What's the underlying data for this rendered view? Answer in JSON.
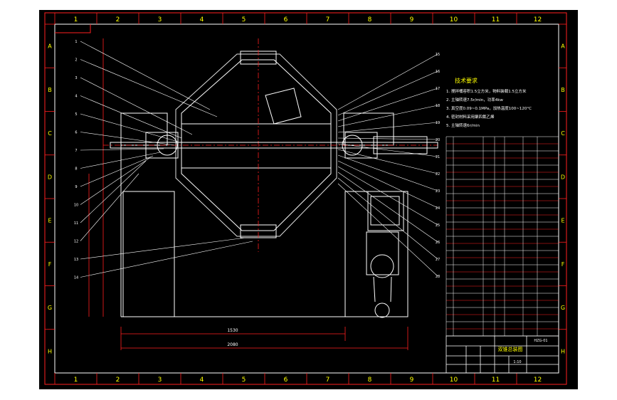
{
  "drawing": {
    "zone_columns": [
      "1",
      "2",
      "3",
      "4",
      "5",
      "6",
      "7",
      "8",
      "9",
      "10",
      "11",
      "12"
    ],
    "zone_rows": [
      "A",
      "B",
      "C",
      "D",
      "E",
      "F",
      "G",
      "H"
    ],
    "dimension_overall": "2080",
    "dimension_inner": "1530",
    "title_block": {
      "drawing_name": "双锥总装图",
      "scale": "1:10",
      "material_note": "HZG-01"
    },
    "tech_requirements": {
      "heading": "技术要求",
      "lines": [
        "1. 搅拌桶容积1.5立方米，物料装载1.5立方米",
        "2. 主轴转速7.5r/min，功率4kw",
        "3. 真空度0.09~0.1MPa，加热温度100~120°C",
        "4. 密封材料采用聚四氟乙烯",
        "5. 主轴转速6r/min"
      ]
    },
    "callouts_left": [
      "1",
      "2",
      "3",
      "4",
      "5",
      "6",
      "7",
      "8",
      "9",
      "10",
      "11",
      "12",
      "13",
      "14"
    ],
    "callouts_right": [
      "15",
      "16",
      "17",
      "18",
      "19",
      "20",
      "21",
      "22",
      "23",
      "24",
      "25",
      "26",
      "27",
      "28"
    ]
  }
}
